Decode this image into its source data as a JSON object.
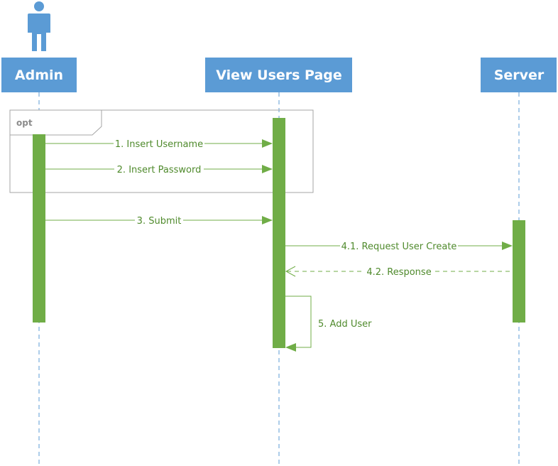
{
  "diagram": {
    "type": "uml-sequence",
    "colors": {
      "lifeline_header": "#5b9bd5",
      "activation": "#70ad47",
      "message": "#70ad47",
      "message_text": "#4f8a2c",
      "frame": "#a6a6a6"
    },
    "participants": [
      {
        "id": "admin",
        "label": "Admin",
        "actor_icon": "person-icon"
      },
      {
        "id": "view",
        "label": "View Users Page"
      },
      {
        "id": "server",
        "label": "Server"
      }
    ],
    "fragment": {
      "operator": "opt"
    },
    "messages": [
      {
        "label": "1. Insert Username",
        "from": "admin",
        "to": "view",
        "style": "solid"
      },
      {
        "label": "2. Insert Password",
        "from": "admin",
        "to": "view",
        "style": "solid"
      },
      {
        "label": "3. Submit",
        "from": "admin",
        "to": "view",
        "style": "solid"
      },
      {
        "label": "4.1. Request User Create",
        "from": "view",
        "to": "server",
        "style": "solid"
      },
      {
        "label": "4.2. Response",
        "from": "server",
        "to": "view",
        "style": "dashed"
      },
      {
        "label": "5. Add User",
        "from": "view",
        "to": "view",
        "style": "self"
      }
    ]
  }
}
